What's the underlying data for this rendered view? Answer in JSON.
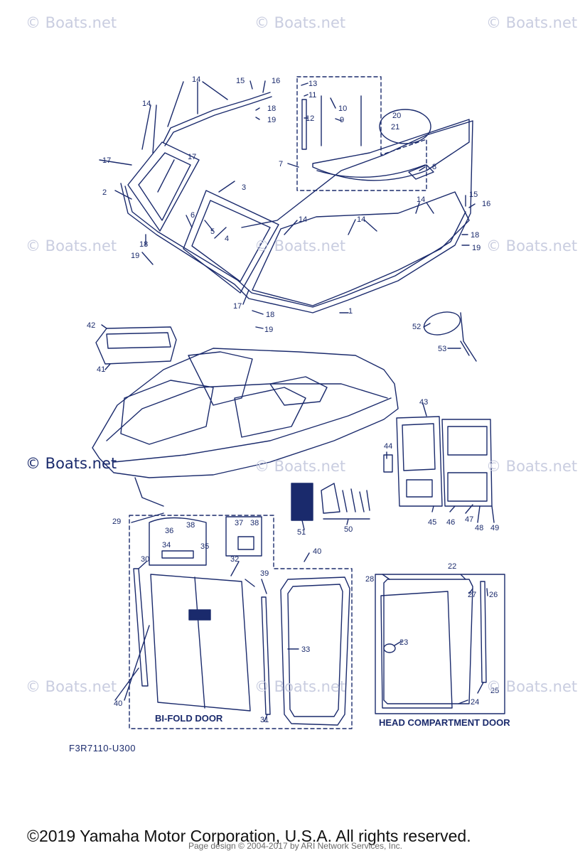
{
  "watermark": "© Boats.net",
  "labels": {
    "bifold_door": "BI-FOLD DOOR",
    "head_compartment_door": "HEAD COMPARTMENT DOOR",
    "diagram_code": "F3R7110-U300"
  },
  "copyright": "©2019 Yamaha Motor Corporation, U.S.A. All rights reserved.",
  "credit": "Page design © 2004-2017 by ARI Network Services, Inc.",
  "colors": {
    "ink": "#1a2a6c",
    "watermark": "#c9cde0"
  },
  "part_numbers": [
    "1",
    "2",
    "3",
    "4",
    "5",
    "6",
    "7",
    "8",
    "9",
    "10",
    "11",
    "12",
    "13",
    "14",
    "15",
    "16",
    "17",
    "18",
    "19",
    "20",
    "21",
    "22",
    "23",
    "24",
    "25",
    "26",
    "27",
    "28",
    "29",
    "30",
    "31",
    "32",
    "33",
    "34",
    "35",
    "36",
    "37",
    "38",
    "39",
    "40",
    "41",
    "42",
    "43",
    "44",
    "45",
    "46",
    "47",
    "48",
    "49",
    "50",
    "51",
    "52",
    "53"
  ]
}
